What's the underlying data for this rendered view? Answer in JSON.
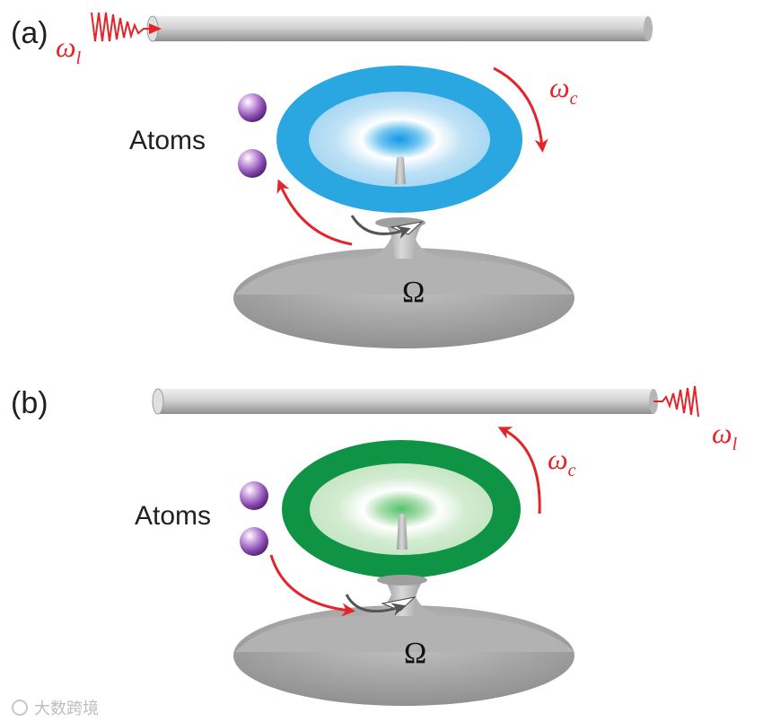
{
  "panels": [
    {
      "id": "a",
      "label": "(a)",
      "atoms_label": "Atoms",
      "laser_symbol": "ω",
      "laser_subscript": "l",
      "cavity_symbol": "ω",
      "cavity_subscript": "c",
      "mechanical_symbol": "Ω",
      "ring_color": "#2aa6e0",
      "ring_inner_glow": "#1a9ee6",
      "laser_side": "left",
      "cavity_rotation": "clockwise"
    },
    {
      "id": "b",
      "label": "(b)",
      "atoms_label": "Atoms",
      "laser_symbol": "ω",
      "laser_subscript": "l",
      "cavity_symbol": "ω",
      "cavity_subscript": "c",
      "mechanical_symbol": "Ω",
      "ring_color": "#0f9445",
      "ring_inner_glow": "#4fbf6a",
      "laser_side": "right",
      "cavity_rotation": "counterclockwise"
    }
  ],
  "colors": {
    "arrow_red": "#e3242b",
    "arrow_gray": "#555555",
    "fiber": "#c9c9c9",
    "pedestal": "#a8a8a8",
    "atom": "#7b3f9c"
  },
  "watermark": "大数跨境"
}
